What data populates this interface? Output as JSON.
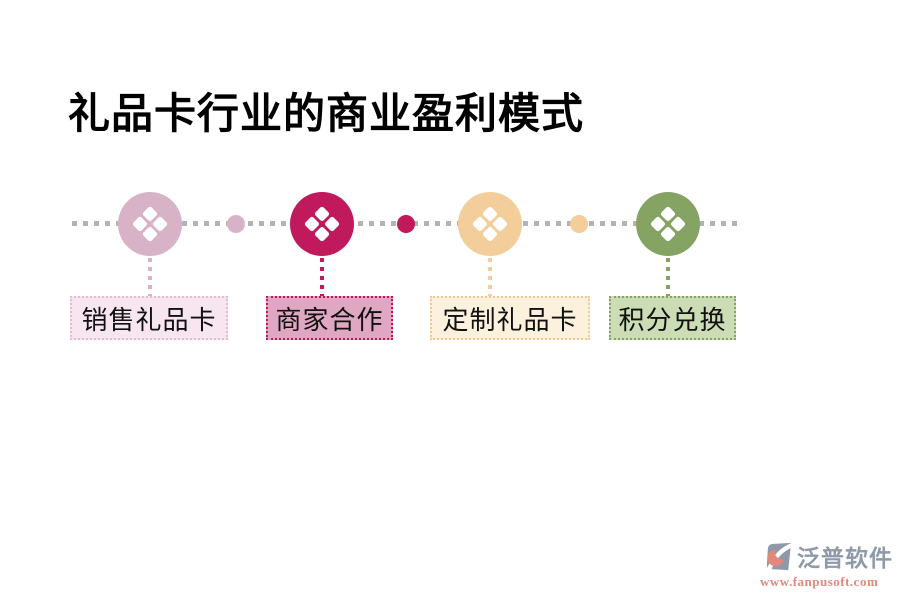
{
  "page": {
    "title": "礼品卡行业的商业盈利模式",
    "background": "#ffffff",
    "title_color": "#000000"
  },
  "diagram": {
    "timeline_color": "#b3b3b3",
    "icon": "four-diamonds-icon",
    "nodes": [
      {
        "label": "销售礼品卡",
        "color": "#d8b3c8",
        "label_bg": "#f7e6ef",
        "label_border": "#e2bdd4"
      },
      {
        "label": "商家合作",
        "color": "#c01a5c",
        "label_bg": "#e0a7c2",
        "label_border": "#c01a5c"
      },
      {
        "label": "定制礼品卡",
        "color": "#f3cd9a",
        "label_bg": "#fcf1dc",
        "label_border": "#f0c994"
      },
      {
        "label": "积分兑换",
        "color": "#85a463",
        "label_bg": "#ccdcb5",
        "label_border": "#85a463"
      }
    ]
  },
  "watermark": {
    "brand": "泛普软件",
    "url": "www.fanpusoft.com",
    "brand_color": "#8e99a9",
    "url_color": "#e2897a",
    "logo_colors": {
      "base": "#8e99a9",
      "crescent": "#e2897a"
    }
  }
}
